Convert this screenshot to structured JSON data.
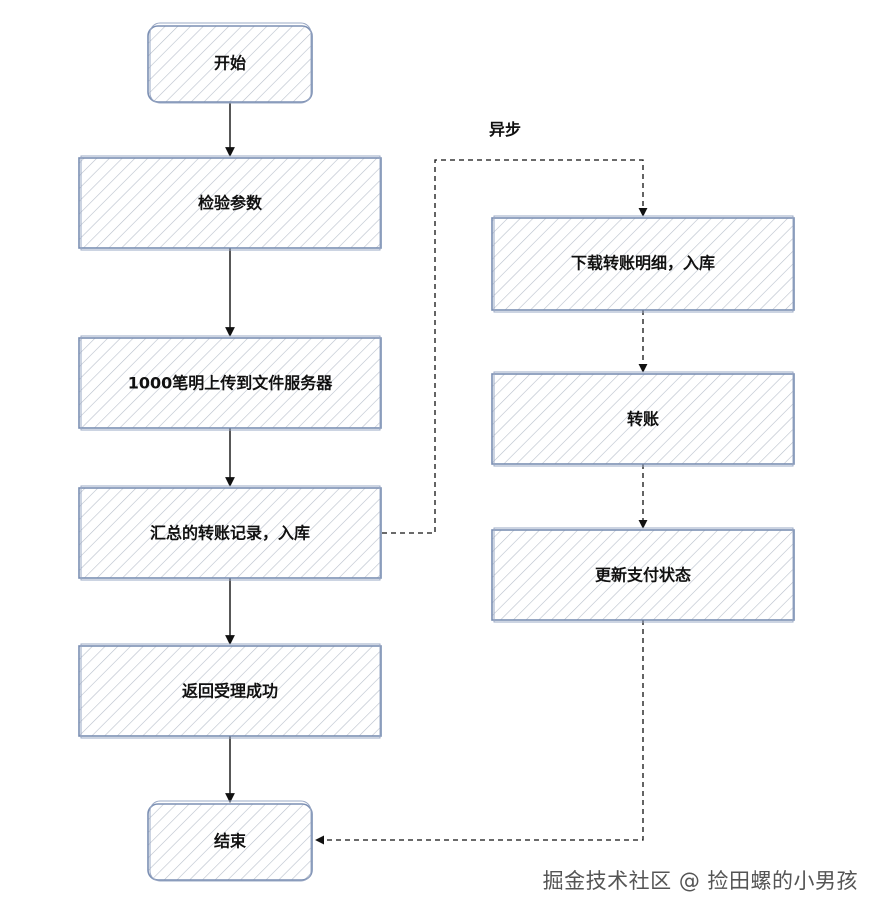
{
  "nodes": {
    "start": "开始",
    "check": "检验参数",
    "upload": "1000笔明上传到文件服务器",
    "summary": "汇总的转账记录，入库",
    "return": "返回受理成功",
    "end": "结束",
    "download": "下载转账明细，入库",
    "transfer": "转账",
    "update": "更新支付状态"
  },
  "edges": {
    "async_label": "异步"
  },
  "watermark": "掘金技术社区 @ 捡田螺的小男孩",
  "colors": {
    "box_stroke": "#7b8fb3",
    "hatch": "#b8bfcb",
    "arrow": "#111111"
  }
}
